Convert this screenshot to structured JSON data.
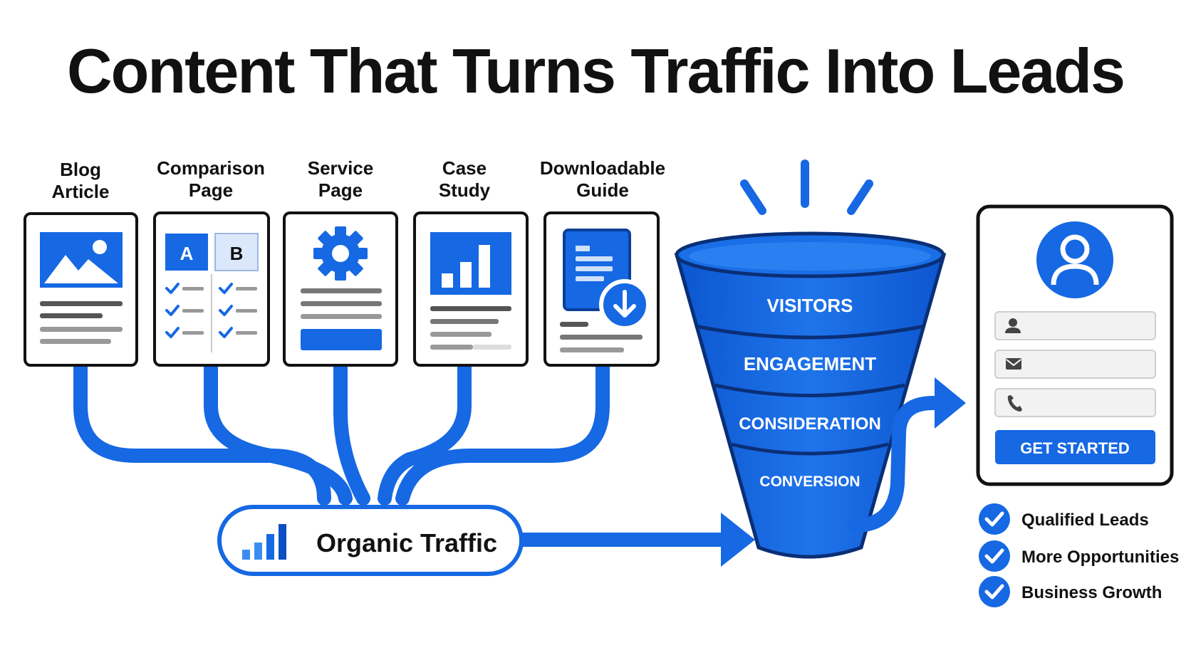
{
  "title": "Content That Turns Traffic Into Leads",
  "content_types": [
    {
      "line1": "Blog",
      "line2": "Article"
    },
    {
      "line1": "Comparison",
      "line2": "Page"
    },
    {
      "line1": "Service",
      "line2": "Page"
    },
    {
      "line1": "Case",
      "line2": "Study"
    },
    {
      "line1": "Downloadable",
      "line2": "Guide"
    }
  ],
  "comparison": {
    "a": "A",
    "b": "B"
  },
  "traffic_label": "Organic Traffic",
  "funnel": [
    "VISITORS",
    "ENGAGEMENT",
    "CONSIDERATION",
    "CONVERSION"
  ],
  "form": {
    "button": "GET STARTED"
  },
  "outcomes": [
    "Qualified Leads",
    "More Opportunities",
    "Business Growth"
  ],
  "colors": {
    "primary": "#1668e3",
    "dark": "#0c4fc2",
    "light": "#dbe7fb",
    "ink": "#111111"
  },
  "icons": [
    "image-icon",
    "gear-icon",
    "bar-chart-icon",
    "document-download-icon",
    "user-icon",
    "person-icon",
    "mail-icon",
    "phone-icon",
    "checkmark-icon",
    "burst-lines"
  ]
}
